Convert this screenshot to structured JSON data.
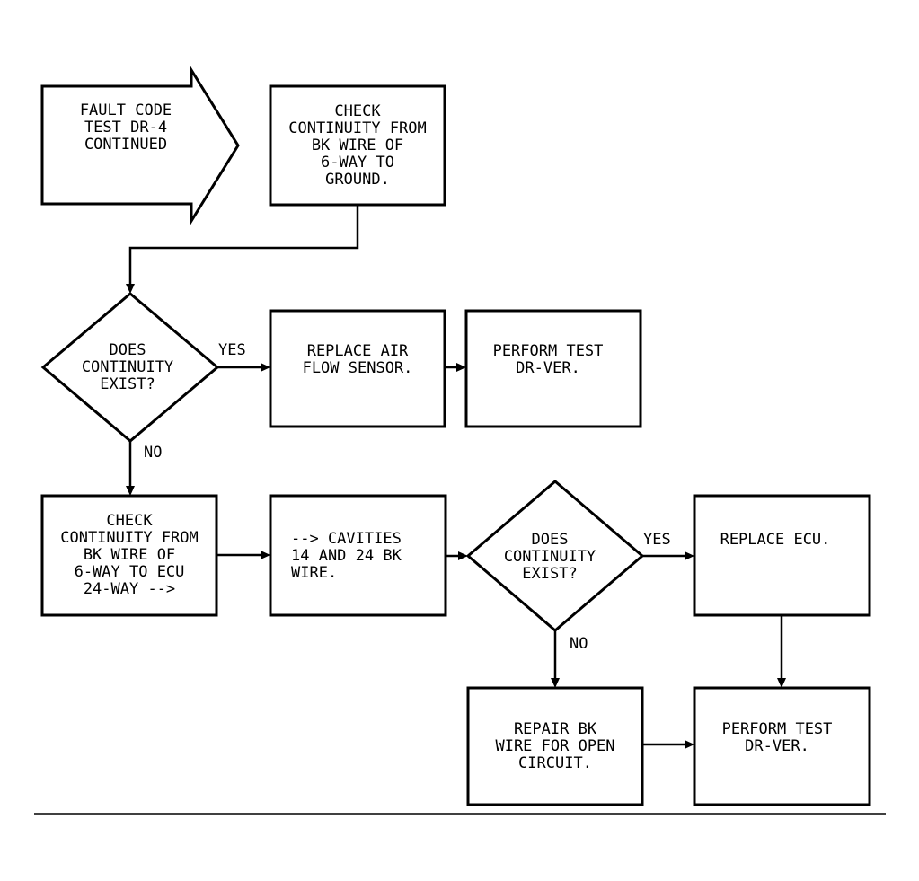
{
  "nodes": {
    "start": {
      "lines": [
        "FAULT CODE",
        "TEST DR-4",
        "CONTINUED"
      ]
    },
    "check_ground": {
      "lines": [
        "CHECK",
        "CONTINUITY FROM",
        "BK WIRE OF",
        "6-WAY TO",
        "GROUND."
      ]
    },
    "decision_1": {
      "lines": [
        "DOES",
        "CONTINUITY",
        "EXIST?"
      ]
    },
    "replace_sensor": {
      "lines": [
        "REPLACE AIR",
        "FLOW SENSOR."
      ]
    },
    "perform_test_1": {
      "lines": [
        "PERFORM TEST",
        "DR-VER."
      ]
    },
    "check_ecu": {
      "lines": [
        "CHECK",
        "CONTINUITY FROM",
        "BK WIRE OF",
        "6-WAY TO ECU",
        "24-WAY -->"
      ]
    },
    "cavities": {
      "lines": [
        "--> CAVITIES",
        "14 AND 24 BK",
        "WIRE."
      ]
    },
    "decision_2": {
      "lines": [
        "DOES",
        "CONTINUITY",
        "EXIST?"
      ]
    },
    "replace_ecu": {
      "lines": [
        "REPLACE ECU."
      ]
    },
    "repair_wire": {
      "lines": [
        "REPAIR BK",
        "WIRE FOR OPEN",
        "CIRCUIT."
      ]
    },
    "perform_test_2": {
      "lines": [
        "PERFORM TEST",
        "DR-VER."
      ]
    }
  },
  "edge_labels": {
    "d1_yes": "YES",
    "d1_no": "NO",
    "d2_yes": "YES",
    "d2_no": "NO"
  }
}
